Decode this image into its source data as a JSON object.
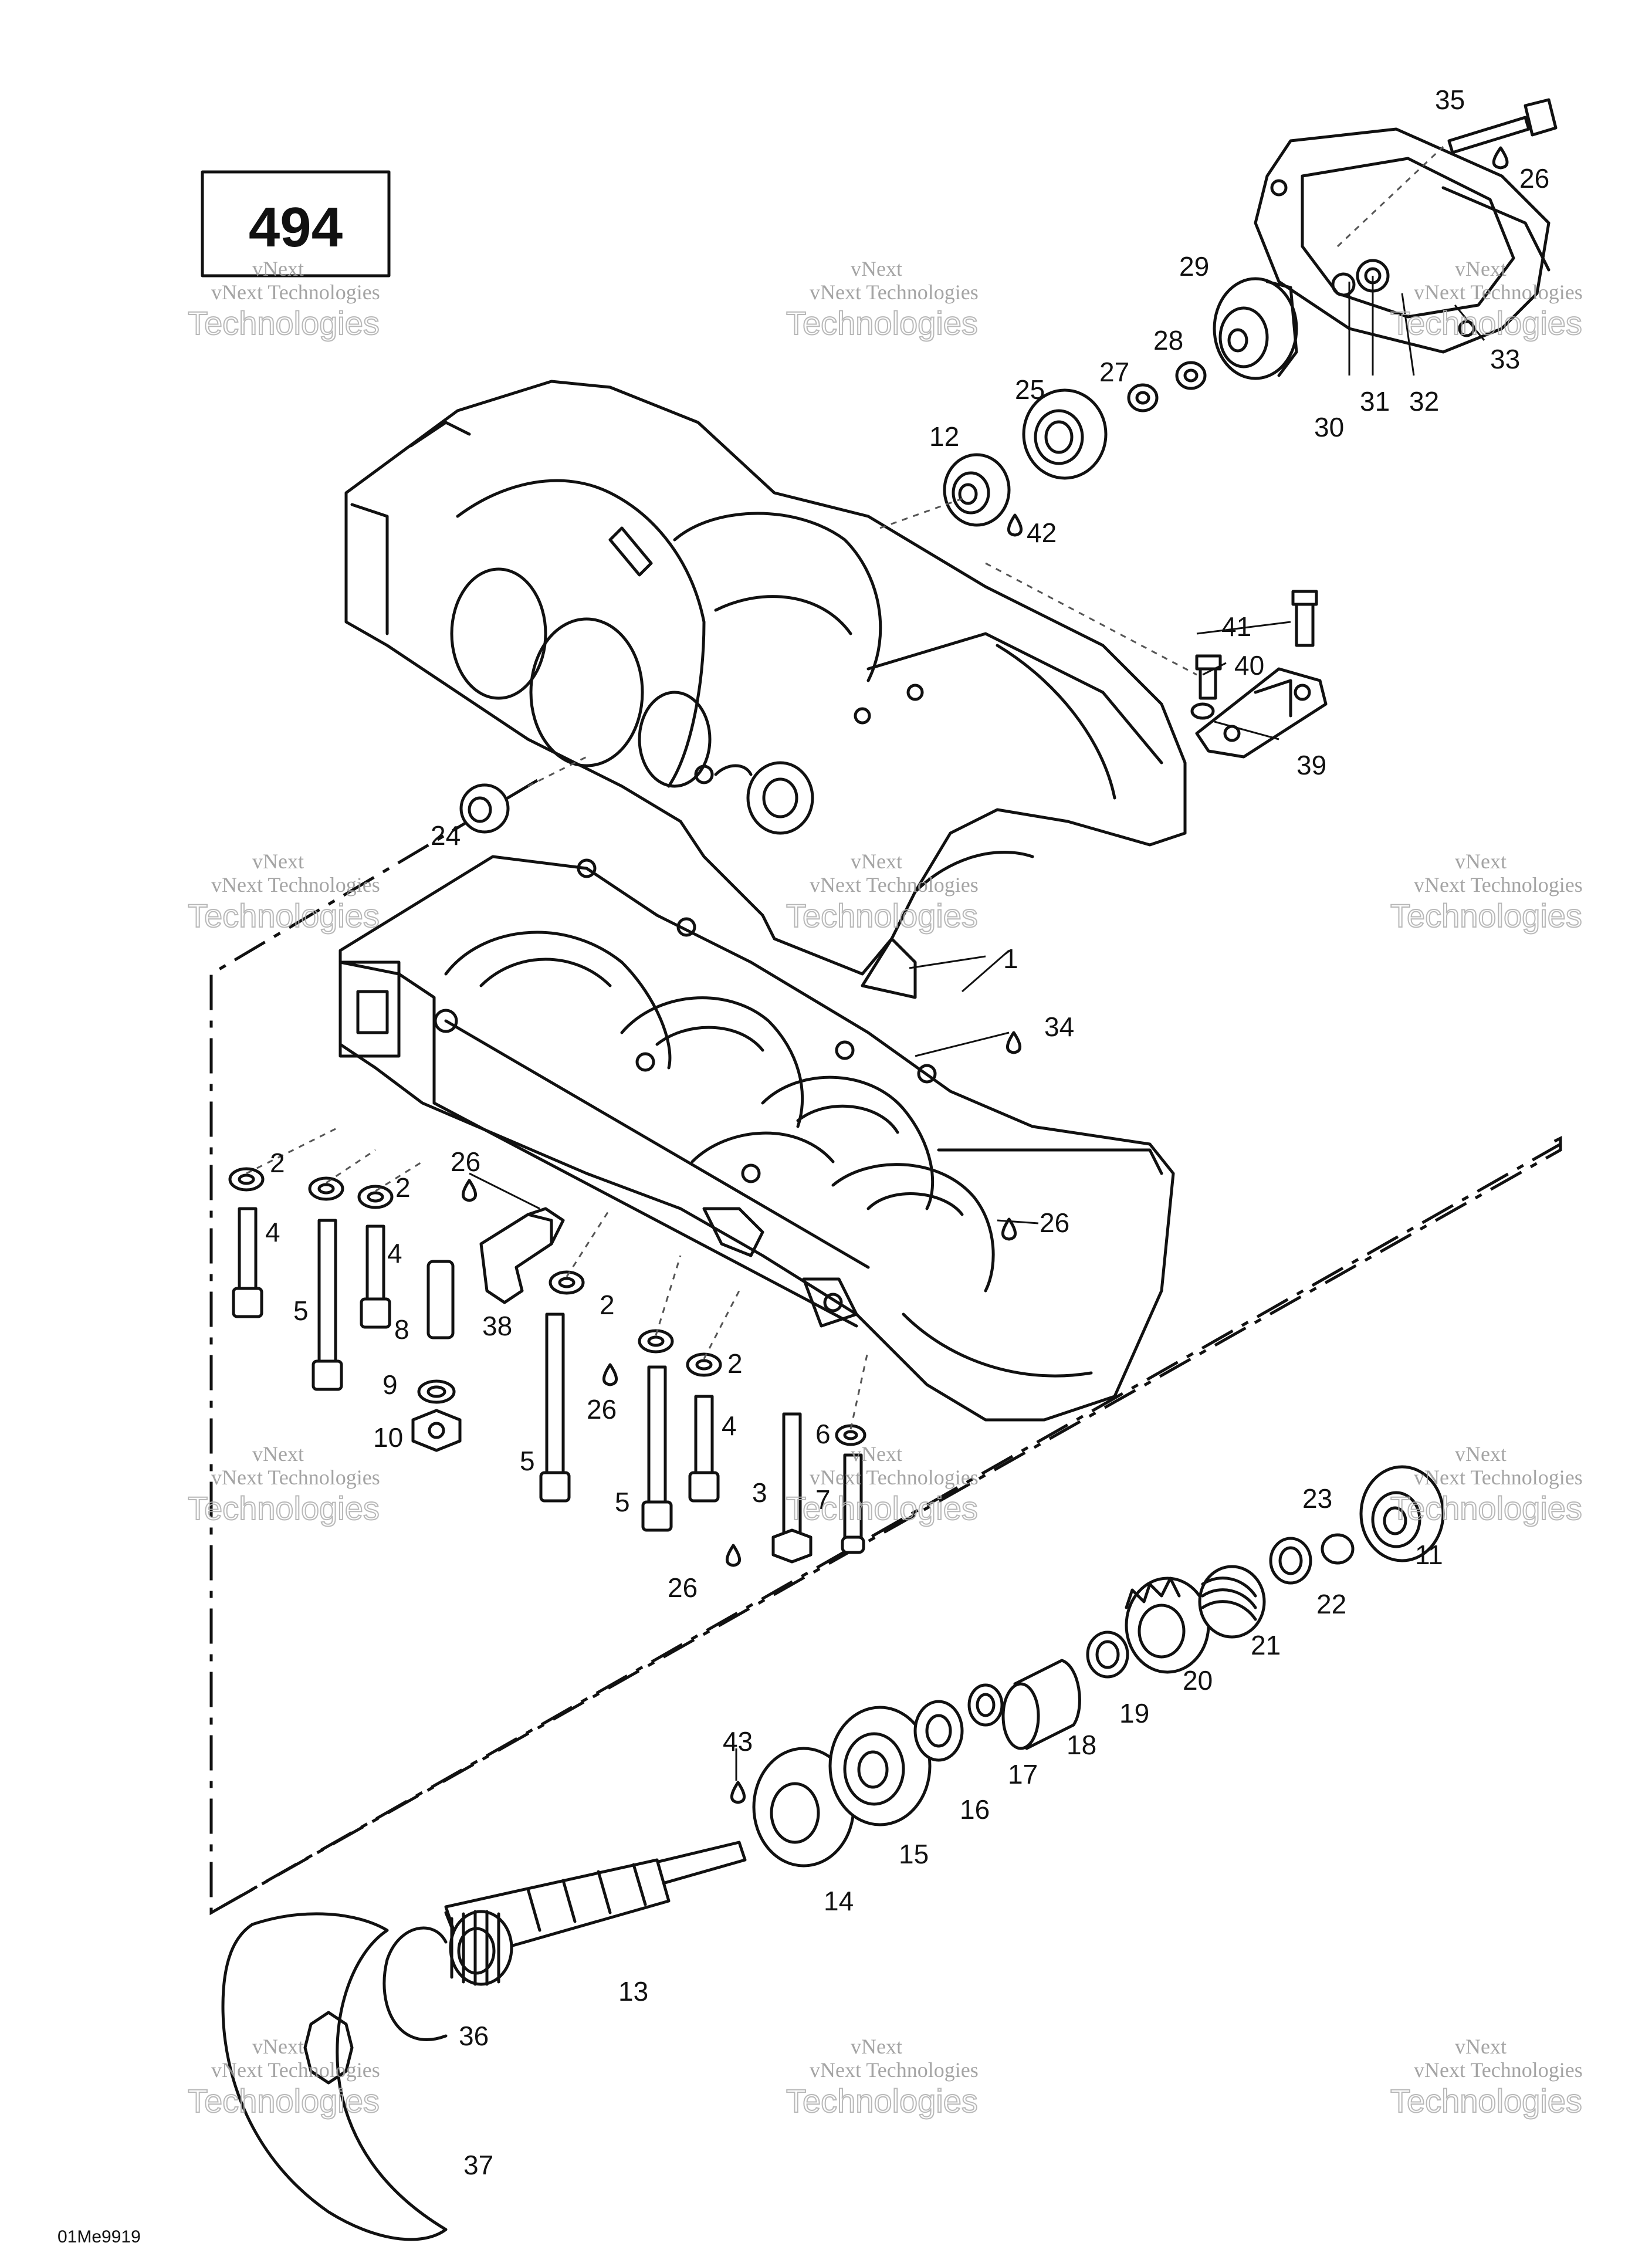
{
  "page_number": "494",
  "drawing_ref": "01Me9919",
  "watermark": {
    "line1": "vNext",
    "line2": "vNext Technologies",
    "line3": "Technologies"
  },
  "callouts": {
    "c1": "1",
    "c2a": "2",
    "c2b": "2",
    "c2c": "2",
    "c2d": "2",
    "c3": "3",
    "c4a": "4",
    "c4b": "4",
    "c4c": "4",
    "c5a": "5",
    "c5b": "5",
    "c5c": "5",
    "c6": "6",
    "c7": "7",
    "c8": "8",
    "c9": "9",
    "c10": "10",
    "c11": "11",
    "c12": "12",
    "c13": "13",
    "c14": "14",
    "c15": "15",
    "c16": "16",
    "c17": "17",
    "c18": "18",
    "c19": "19",
    "c20": "20",
    "c21": "21",
    "c22": "22",
    "c23": "23",
    "c24": "24",
    "c25": "25",
    "c26a": "26",
    "c26b": "26",
    "c26c": "26",
    "c26d": "26",
    "c26e": "26",
    "c27": "27",
    "c28": "28",
    "c29": "29",
    "c30": "30",
    "c31": "31",
    "c32": "32",
    "c33": "33",
    "c34": "34",
    "c35": "35",
    "c36": "36",
    "c37": "37",
    "c38": "38",
    "c39": "39",
    "c40": "40",
    "c41": "41",
    "c42": "42",
    "c43": "43"
  }
}
